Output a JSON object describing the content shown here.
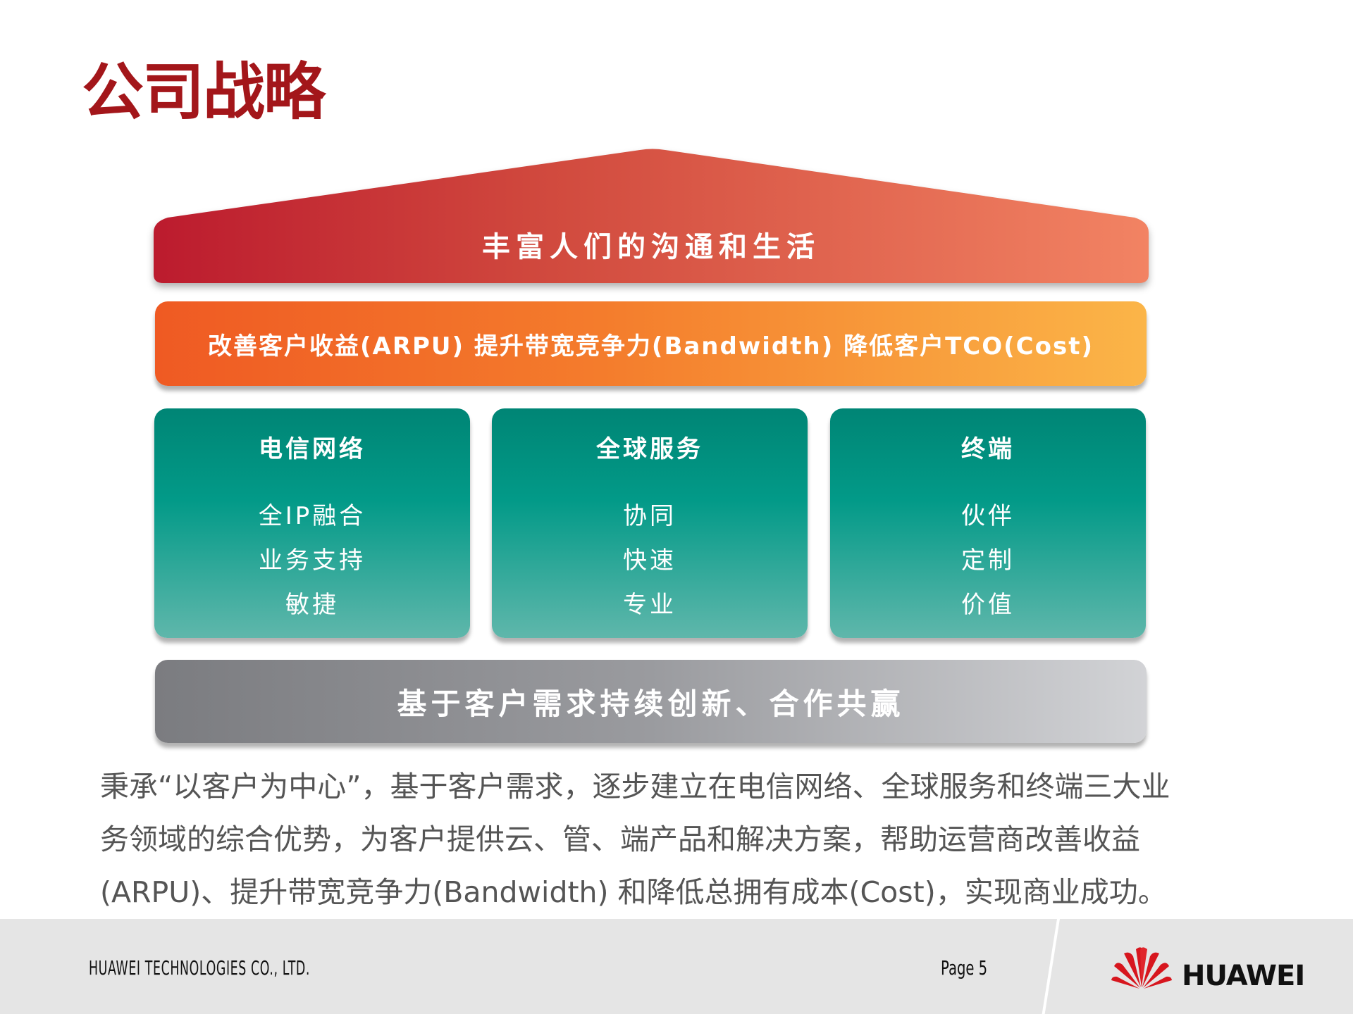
{
  "title": "公司战略",
  "roof": {
    "label": "丰富人们的沟通和生活"
  },
  "values_bar": {
    "label": "改善客户收益(ARPU)  提升带宽竞争力(Bandwidth)  降低客户TCO(Cost)"
  },
  "pillars": [
    {
      "heading": "电信网络",
      "items": [
        "全IP融合",
        "业务支持",
        "敏捷"
      ]
    },
    {
      "heading": "全球服务",
      "items": [
        "协同",
        "快速",
        "专业"
      ]
    },
    {
      "heading": "终端",
      "items": [
        "伙伴",
        "定制",
        "价值"
      ]
    }
  ],
  "foundation": {
    "label": "基于客户需求持续创新、合作共赢"
  },
  "paragraph": [
    "秉承“以客户为中心”，基于客户需求，逐步建立在电信网络、全球服务和终端三大业",
    "务领域的综合优势，为客户提供云、管、端产品和解决方案，帮助运营商改善收益",
    "(ARPU)、提升带宽竞争力(Bandwidth) 和降低总拥有成本(Cost)，实现商业成功。"
  ],
  "footer": {
    "company": "HUAWEI TECHNOLOGIES CO., LTD.",
    "page": "Page 5",
    "brand": "HUAWEI"
  },
  "colors": {
    "title": "#a3161a",
    "teal": "#008575",
    "orange": "#f47c2c",
    "red": "#be1e2d"
  }
}
